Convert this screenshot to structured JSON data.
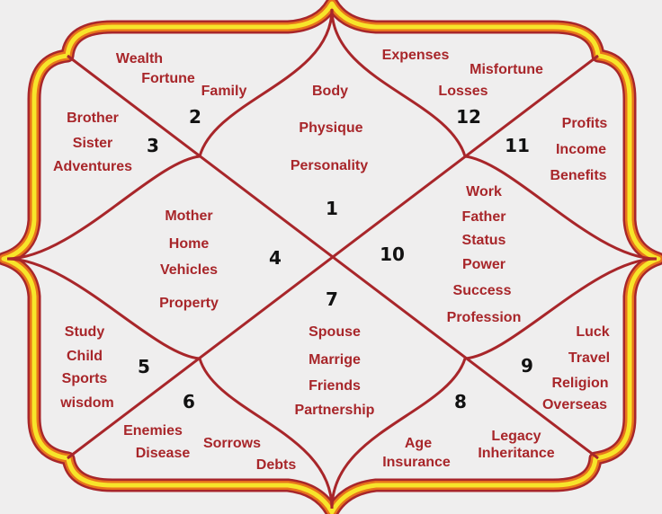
{
  "colors": {
    "line": "#a8262a",
    "frame_fill": "#f7d21c",
    "frame_outer": "#e8731c",
    "text": "#a8262a",
    "number": "#111111"
  },
  "houses": [
    {
      "number": "1",
      "labels": [
        "Body",
        "Physique",
        "Personality"
      ]
    },
    {
      "number": "2",
      "labels": [
        "Wealth",
        "Fortune",
        "Family"
      ]
    },
    {
      "number": "3",
      "labels": [
        "Brother",
        "Sister",
        "Adventures"
      ]
    },
    {
      "number": "4",
      "labels": [
        "Mother",
        "Home",
        "Vehicles",
        "Property"
      ]
    },
    {
      "number": "5",
      "labels": [
        "Study",
        "Child",
        "Sports",
        "wisdom"
      ]
    },
    {
      "number": "6",
      "labels": [
        "Enemies",
        "Disease",
        "Sorrows",
        "Debts"
      ]
    },
    {
      "number": "7",
      "labels": [
        "Spouse",
        "Marrige",
        "Friends",
        "Partnership"
      ]
    },
    {
      "number": "8",
      "labels": [
        "Age",
        "Insurance",
        "Legacy",
        "Inheritance"
      ]
    },
    {
      "number": "9",
      "labels": [
        "Luck",
        "Travel",
        "Religion",
        "Overseas"
      ]
    },
    {
      "number": "10",
      "labels": [
        "Work",
        "Father",
        "Status",
        "Power",
        "Success",
        "Profession"
      ]
    },
    {
      "number": "11",
      "labels": [
        "Profits",
        "Income",
        "Benefits"
      ]
    },
    {
      "number": "12",
      "labels": [
        "Expenses",
        "Misfortune",
        "Losses"
      ]
    }
  ]
}
